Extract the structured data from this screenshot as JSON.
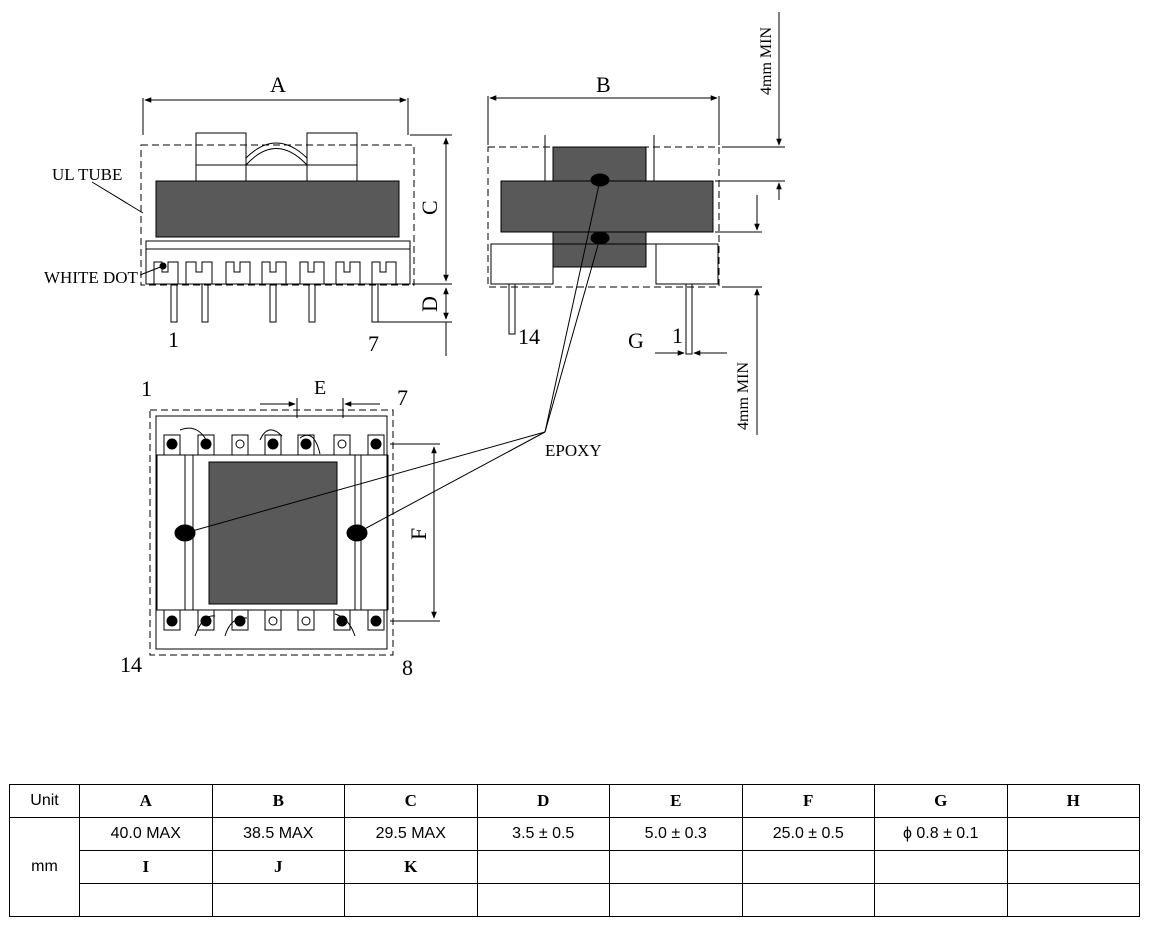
{
  "drawing": {
    "dimension_letters": {
      "A": "A",
      "B": "B",
      "C": "C",
      "D": "D",
      "E": "E",
      "F": "F",
      "G": "G"
    },
    "callouts": {
      "ul_tube": "UL TUBE",
      "white_dot": "WHITE DOT",
      "epoxy": "EPOXY"
    },
    "min_notes": {
      "top": "4mm MIN",
      "bottom": "4mm MIN"
    },
    "pin_numbers": {
      "front_left": "1",
      "front_right": "7",
      "side_left": "14",
      "side_right": "1",
      "bottom_tl": "1",
      "bottom_tr": "7",
      "bottom_bl": "14",
      "bottom_br": "8"
    }
  },
  "table": {
    "unit_header": "Unit",
    "unit_value": "mm",
    "row1_headers": [
      "A",
      "B",
      "C",
      "D",
      "E",
      "F",
      "G",
      "H"
    ],
    "row1_values": [
      "40.0 MAX",
      "38.5 MAX",
      "29.5 MAX",
      "3.5 ± 0.5",
      "5.0 ± 0.3",
      "25.0 ± 0.5",
      "ϕ 0.8 ± 0.1",
      ""
    ],
    "row2_headers": [
      "I",
      "J",
      "K",
      "",
      "",
      "",
      "",
      ""
    ],
    "row2_values": [
      "",
      "",
      "",
      "",
      "",
      "",
      "",
      ""
    ]
  },
  "colors": {
    "core": "#595959",
    "line": "#000000"
  }
}
